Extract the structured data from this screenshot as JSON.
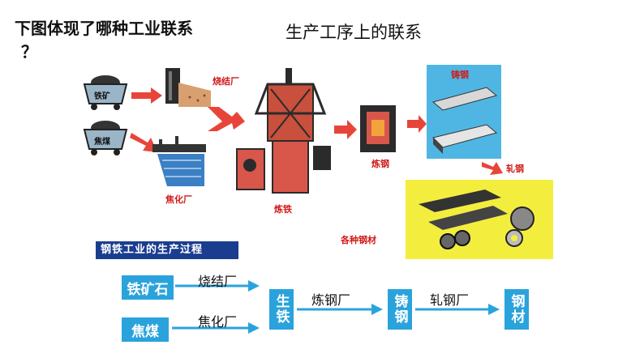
{
  "question": {
    "line1": "下图体现了哪种工业联系",
    "line2": "？"
  },
  "answer": "生产工序上的联系",
  "illustration": {
    "iron_ore_cart": "铁矿",
    "coal_cart": "焦煤",
    "sintering_plant": "烧结厂",
    "coking_plant": "焦化厂",
    "iron_smelting": "炼铁",
    "steel_smelting": "炼钢",
    "casting": "铸钢",
    "rolling": "轧钢",
    "steel_products": "各种钢材"
  },
  "process": {
    "banner": "钢铁工业的生产过程",
    "iron_ore": "铁矿石",
    "coking_coal": "焦煤",
    "sinter_label": "烧结厂",
    "coke_label": "焦化厂",
    "pig_iron": "生铁",
    "steelmaking_label": "炼钢厂",
    "cast_steel": "铸钢",
    "rolling_label": "轧钢厂",
    "steel": "钢材"
  },
  "colors": {
    "box": "#2aa3dc",
    "banner": "#1a3d8f",
    "red_label": "#d11a1a",
    "arrow": "#e8453a"
  }
}
